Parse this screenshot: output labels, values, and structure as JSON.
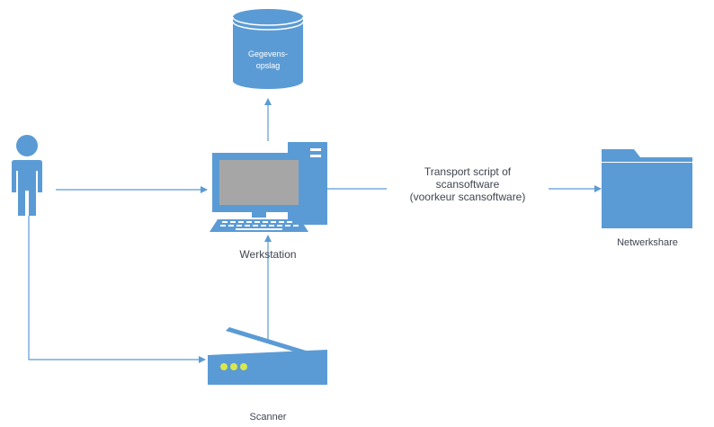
{
  "diagram": {
    "nodes": {
      "database": {
        "label_line1": "Gegevens-",
        "label_line2": "opslag"
      },
      "workstation": {
        "label": "Werkstation"
      },
      "scanner": {
        "label": "Scanner"
      },
      "network_share": {
        "label": "Netwerkshare"
      },
      "user": {}
    },
    "edges": {
      "transport": {
        "line1": "Transport script of",
        "line2": "scansoftware",
        "line3": "(voorkeur scansoftware)"
      }
    },
    "colors": {
      "icon_fill": "#5b9bd5",
      "screen": "#a6a6a6",
      "connector": "#5b9bd5",
      "text": "#3f4550"
    }
  }
}
